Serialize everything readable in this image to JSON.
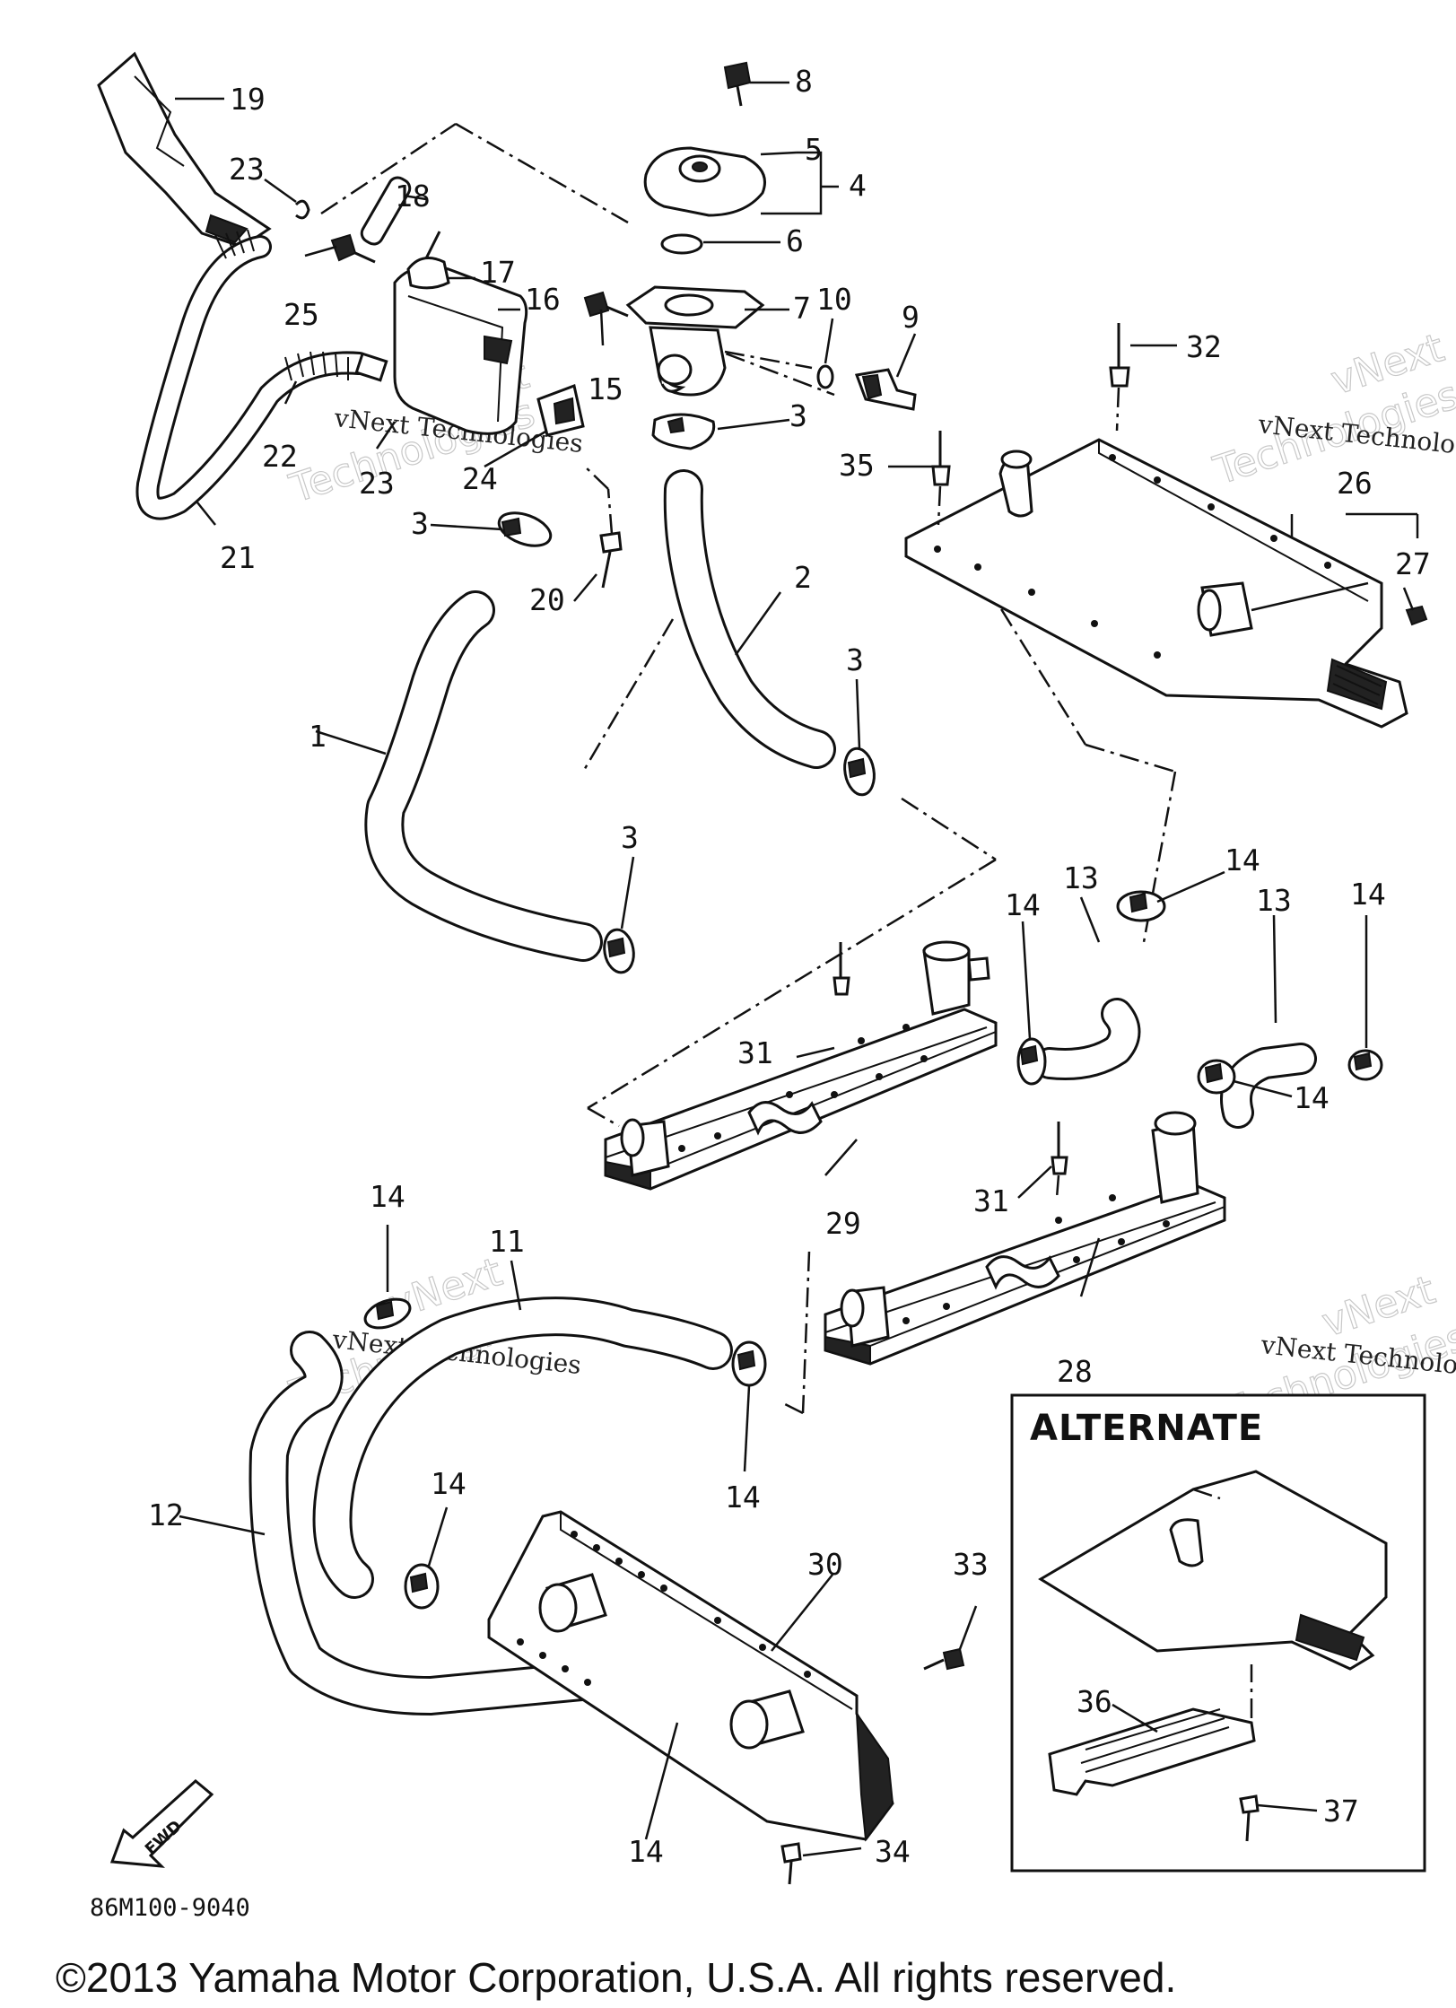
{
  "diagram": {
    "part_labels": [
      {
        "id": "label-1",
        "text": "1"
      },
      {
        "id": "label-2",
        "text": "2"
      },
      {
        "id": "label-3a",
        "text": "3"
      },
      {
        "id": "label-3b",
        "text": "3"
      },
      {
        "id": "label-3c",
        "text": "3"
      },
      {
        "id": "label-3d",
        "text": "3"
      },
      {
        "id": "label-4",
        "text": "4"
      },
      {
        "id": "label-5",
        "text": "5"
      },
      {
        "id": "label-6",
        "text": "6"
      },
      {
        "id": "label-7",
        "text": "7"
      },
      {
        "id": "label-8",
        "text": "8"
      },
      {
        "id": "label-9",
        "text": "9"
      },
      {
        "id": "label-10",
        "text": "10"
      },
      {
        "id": "label-11",
        "text": "11"
      },
      {
        "id": "label-12",
        "text": "12"
      },
      {
        "id": "label-13a",
        "text": "13"
      },
      {
        "id": "label-13b",
        "text": "13"
      },
      {
        "id": "label-14a",
        "text": "14"
      },
      {
        "id": "label-14b",
        "text": "14"
      },
      {
        "id": "label-14c",
        "text": "14"
      },
      {
        "id": "label-14d",
        "text": "14"
      },
      {
        "id": "label-14e",
        "text": "14"
      },
      {
        "id": "label-14f",
        "text": "14"
      },
      {
        "id": "label-14g",
        "text": "14"
      },
      {
        "id": "label-14h",
        "text": "14"
      },
      {
        "id": "label-15",
        "text": "15"
      },
      {
        "id": "label-16",
        "text": "16"
      },
      {
        "id": "label-17",
        "text": "17"
      },
      {
        "id": "label-18",
        "text": "18"
      },
      {
        "id": "label-19",
        "text": "19"
      },
      {
        "id": "label-20",
        "text": "20"
      },
      {
        "id": "label-21",
        "text": "21"
      },
      {
        "id": "label-22",
        "text": "22"
      },
      {
        "id": "label-23a",
        "text": "23"
      },
      {
        "id": "label-23b",
        "text": "23"
      },
      {
        "id": "label-24",
        "text": "24"
      },
      {
        "id": "label-25",
        "text": "25"
      },
      {
        "id": "label-26",
        "text": "26"
      },
      {
        "id": "label-27",
        "text": "27"
      },
      {
        "id": "label-28",
        "text": "28"
      },
      {
        "id": "label-29",
        "text": "29"
      },
      {
        "id": "label-30",
        "text": "30"
      },
      {
        "id": "label-31a",
        "text": "31"
      },
      {
        "id": "label-31b",
        "text": "31"
      },
      {
        "id": "label-32",
        "text": "32"
      },
      {
        "id": "label-33",
        "text": "33"
      },
      {
        "id": "label-34",
        "text": "34"
      },
      {
        "id": "label-35",
        "text": "35"
      },
      {
        "id": "label-36",
        "text": "36"
      },
      {
        "id": "label-37",
        "text": "37"
      }
    ],
    "alternate_title": "ALTERNATE",
    "fwd_label": "FWD",
    "diagram_code": "86M100-9040",
    "watermark_text": "vNext Technologies",
    "watermark_big_1": "vNext",
    "watermark_big_2": "Technologies",
    "watermark_cut": "vNext Technolo",
    "copyright": "©2013 Yamaha Motor Corporation, U.S.A. All rights reserved."
  }
}
